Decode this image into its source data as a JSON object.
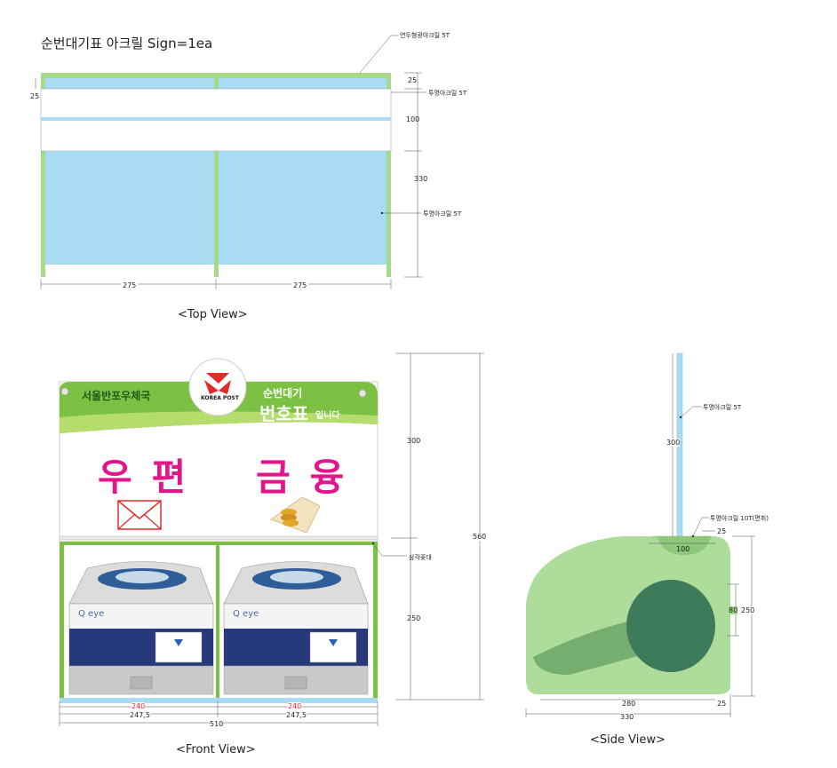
{
  "title": "순번대기표 아크릴 Sign=1ea",
  "top_view": {
    "caption": "<Top View>",
    "labels": {
      "frame": "연두형광아크릴 5T",
      "clear_top": "투명아크릴 5T",
      "clear_side": "투명아크릴 5T"
    },
    "dims": {
      "left_25": "25",
      "right_25": "25",
      "d100": "100",
      "d330": "330",
      "w1": "275",
      "w2": "275"
    }
  },
  "front_view": {
    "caption": "<Front View>",
    "header_left": "서울반포우체국",
    "logo_text": "KOREA POST",
    "header_right_small": "순번대기",
    "header_right_big": "번호표",
    "header_right_suffix": "입니다",
    "word_left": "우편",
    "word_right": "금융",
    "machine_brand_1": "Q eye",
    "machine_brand_2": "Q eye",
    "label_stand": "삼각꽂대",
    "dims": {
      "h300": "300",
      "h250": "250",
      "h560": "560",
      "w240a": "240",
      "w240b": "240",
      "w247a": "247,5",
      "w247b": "247,5",
      "w510": "510"
    },
    "colors": {
      "accent_red": "#e22b2b",
      "magenta": "#e2168c",
      "green": "#7cc143"
    }
  },
  "side_view": {
    "caption": "<Side View>",
    "labels": {
      "clear5": "투명아크릴 5T",
      "clear10": "투명아크릴 10T(면취)"
    },
    "dims": {
      "h300": "300",
      "d25a": "25",
      "d100": "100",
      "d80": "80",
      "d250": "250",
      "d280": "280",
      "d25b": "25",
      "d330": "330"
    }
  }
}
